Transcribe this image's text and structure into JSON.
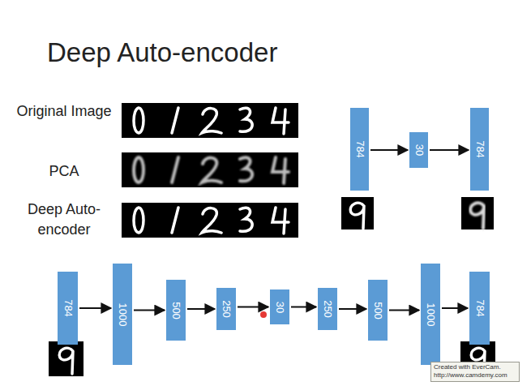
{
  "diagram": {
    "title": "Deep Auto-encoder",
    "nodes": [
      {
        "text": [
          "784"
        ]
      },
      {
        "text": [
          "30"
        ]
      },
      {
        "text": [
          "784"
        ]
      },
      {
        "text": [
          "784"
        ]
      },
      {
        "text": [
          "1000"
        ]
      },
      {
        "text": [
          "500"
        ]
      },
      {
        "text": [
          "250"
        ]
      },
      {
        "text": [
          "30"
        ]
      },
      {
        "text": [
          "250"
        ]
      },
      {
        "text": [
          "500"
        ]
      },
      {
        "text": [
          "1000"
        ]
      },
      {
        "text": [
          "784"
        ]
      }
    ],
    "edges": [
      {
        "from": 0,
        "to": 1,
        "arrow": "to"
      },
      {
        "from": 1,
        "to": 2,
        "arrow": "to"
      },
      {
        "from": 3,
        "to": 4,
        "arrow": "to"
      },
      {
        "from": 4,
        "to": 5,
        "arrow": "to"
      },
      {
        "from": 5,
        "to": 6,
        "arrow": "to"
      },
      {
        "from": 6,
        "to": 7,
        "arrow": "to"
      },
      {
        "from": 7,
        "to": 8,
        "arrow": "to"
      },
      {
        "from": 8,
        "to": 9,
        "arrow": "to"
      },
      {
        "from": 9,
        "to": 10,
        "arrow": "to"
      },
      {
        "from": 10,
        "to": 11,
        "arrow": "to"
      }
    ],
    "labels": [
      "Original Image",
      "PCA",
      "Deep Auto-encoder",
      "Created with EverCam.",
      "http://www.camdemy.com"
    ]
  }
}
